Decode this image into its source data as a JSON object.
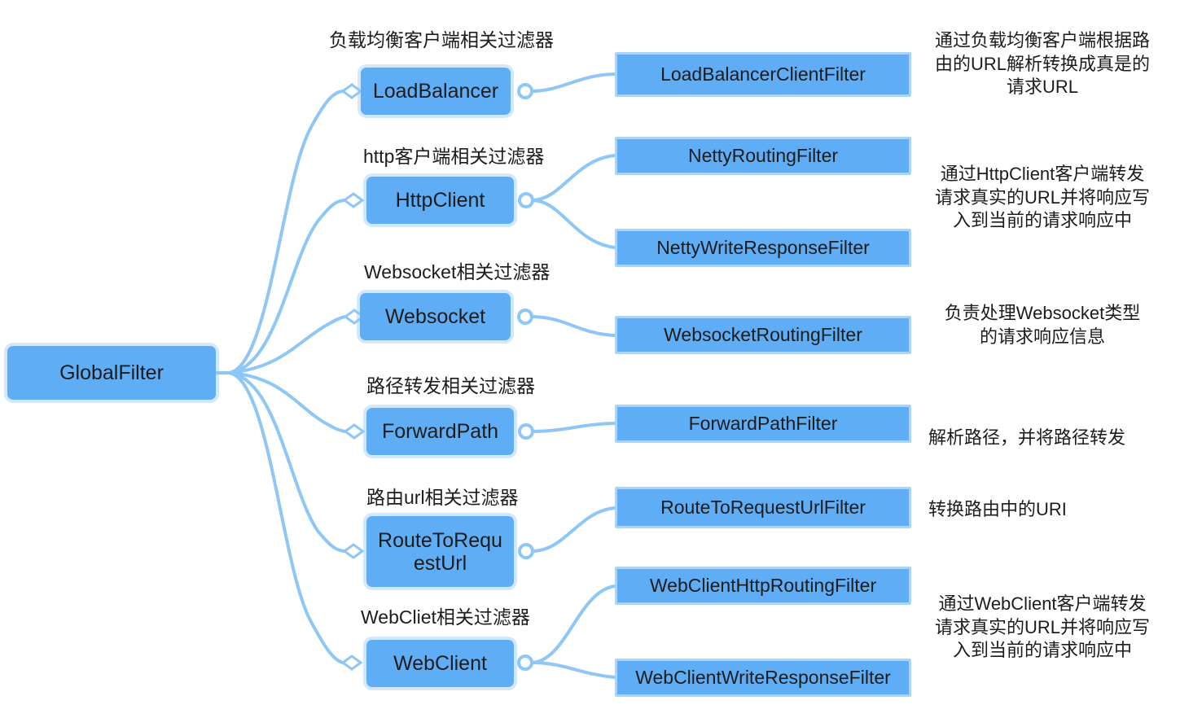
{
  "diagram": {
    "title": "GlobalFilter",
    "colors": {
      "node_fill": "#5FADF5",
      "node_frame": "#A9D4FA",
      "wire": "#8EC6F5",
      "text": "#1c1c1c",
      "background": "#ffffff"
    },
    "root": {
      "label": "GlobalFilter"
    },
    "branches": [
      {
        "caption": "负载均衡客户端相关过滤器",
        "category": "LoadBalancer",
        "filters": [
          "LoadBalancerClientFilter"
        ],
        "note": "通过负载均衡客户端根据路\n由的URL解析转换成真是的\n请求URL"
      },
      {
        "caption": "http客户端相关过滤器",
        "category": "HttpClient",
        "filters": [
          "NettyRoutingFilter",
          "NettyWriteResponseFilter"
        ],
        "note": "通过HttpClient客户端转发\n请求真实的URL并将响应写\n入到当前的请求响应中"
      },
      {
        "caption": "Websocket相关过滤器",
        "category": "Websocket",
        "filters": [
          "WebsocketRoutingFilter"
        ],
        "note": "负责处理Websocket类型\n的请求响应信息"
      },
      {
        "caption": "路径转发相关过滤器",
        "category": "ForwardPath",
        "filters": [
          "ForwardPathFilter"
        ],
        "note": "解析路径，并将路径转发"
      },
      {
        "caption": "路由url相关过滤器",
        "category": "RouteToRequ\nestUrl",
        "filters": [
          "RouteToRequestUrlFilter"
        ],
        "note": "转换路由中的URI"
      },
      {
        "caption": "WebCliet相关过滤器",
        "category": "WebClient",
        "filters": [
          "WebClientHttpRoutingFilter",
          "WebClientWriteResponseFilter"
        ],
        "note": "通过WebClient客户端转发\n请求真实的URL并将响应写\n入到当前的请求响应中"
      }
    ]
  }
}
